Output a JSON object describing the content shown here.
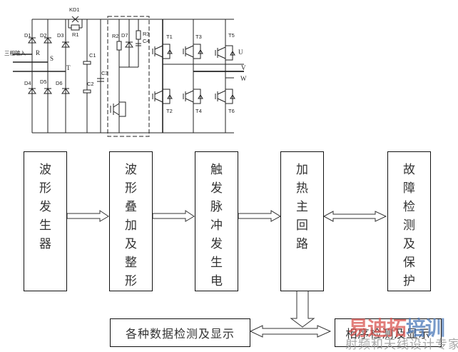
{
  "circuit": {
    "input_label": "三相输入",
    "phases": [
      "R",
      "S",
      "T"
    ],
    "diodes_top": [
      "D1",
      "D2",
      "D3"
    ],
    "diodes_bottom": [
      "D4",
      "D5",
      "D6"
    ],
    "relay": "KD1",
    "resistor_r1": "R1",
    "capacitors": [
      "C1",
      "C2",
      "C3"
    ],
    "snubber": {
      "r2": "R2",
      "d7": "D7",
      "r3": "R3",
      "c4": "C4"
    },
    "igbts_top": [
      "T1",
      "T3",
      "T5"
    ],
    "igbts_bottom": [
      "T2",
      "T4",
      "T6"
    ],
    "outputs": [
      "U",
      "V",
      "W"
    ]
  },
  "blocks": {
    "waveform_generator": "波形发生器",
    "waveform_superposition": "波形叠加及整形",
    "trigger_pulse": "触发脉冲发生电",
    "heating_main_circuit": "加热主回路",
    "fault_detection": "故障检测及保护",
    "data_detection_display": "各种数据检测及显示",
    "phase_detection_display": "相序检测及显示"
  },
  "watermark": {
    "brand_red": "易迪拓",
    "brand_blue": "培训",
    "tagline": "射频和天线设计专家",
    "red_color": "#d9534f",
    "blue_color": "#4a78b8"
  }
}
